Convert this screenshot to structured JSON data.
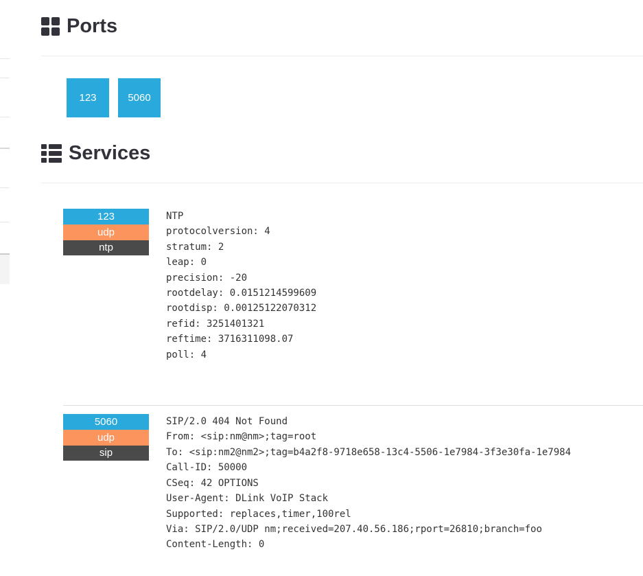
{
  "headings": {
    "ports": "Ports",
    "services": "Services"
  },
  "icons": {
    "ports": "grid-icon",
    "services": "list-icon"
  },
  "ports": [
    {
      "label": "123"
    },
    {
      "label": "5060"
    }
  ],
  "services": [
    {
      "port": "123",
      "transport": "udp",
      "module": "ntp",
      "banner": "NTP\nprotocolversion: 4\nstratum: 2\nleap: 0\nprecision: -20\nrootdelay: 0.0151214599609\nrootdisp: 0.00125122070312\nrefid: 3251401321\nreftime: 3716311098.07\npoll: 4"
    },
    {
      "port": "5060",
      "transport": "udp",
      "module": "sip",
      "banner": "SIP/2.0 404 Not Found\nFrom: <sip:nm@nm>;tag=root\nTo: <sip:nm2@nm2>;tag=b4a2f8-9718e658-13c4-5506-1e7984-3f3e30fa-1e7984\nCall-ID: 50000\nCSeq: 42 OPTIONS\nUser-Agent: DLink VoIP Stack\nSupported: replaces,timer,100rel\nVia: SIP/2.0/UDP nm;received=207.40.56.186;rport=26810;branch=foo\nContent-Length: 0"
    }
  ],
  "colors": {
    "port_blue": "#29a9dc",
    "transport_orange": "#fc945e",
    "module_gray": "#4a4a4a",
    "heading_dark": "#32323a",
    "rule_gray": "#ececec",
    "banner_text": "#333333"
  }
}
